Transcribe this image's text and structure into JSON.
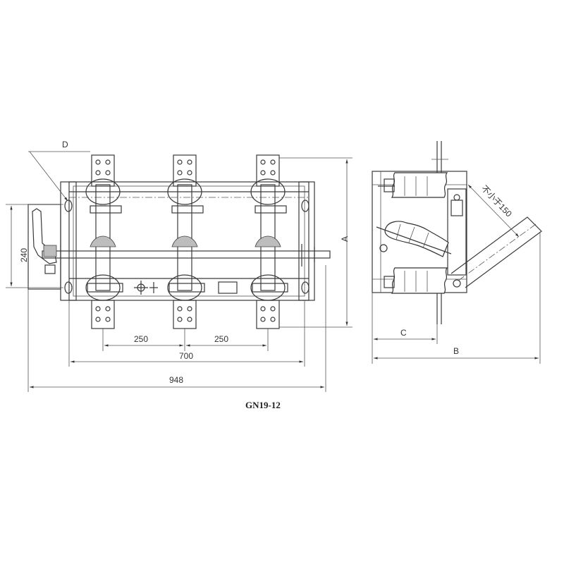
{
  "drawing": {
    "title": "GN19-12",
    "front_view": {
      "dims": {
        "phase_spacing_left": "250",
        "phase_spacing_right": "250",
        "mount_width": "700",
        "overall_width": "948",
        "height": "240",
        "detail_d": "D"
      }
    },
    "side_view": {
      "dims": {
        "a": "A",
        "b": "B",
        "c": "C",
        "clearance": "不小于150"
      }
    }
  }
}
